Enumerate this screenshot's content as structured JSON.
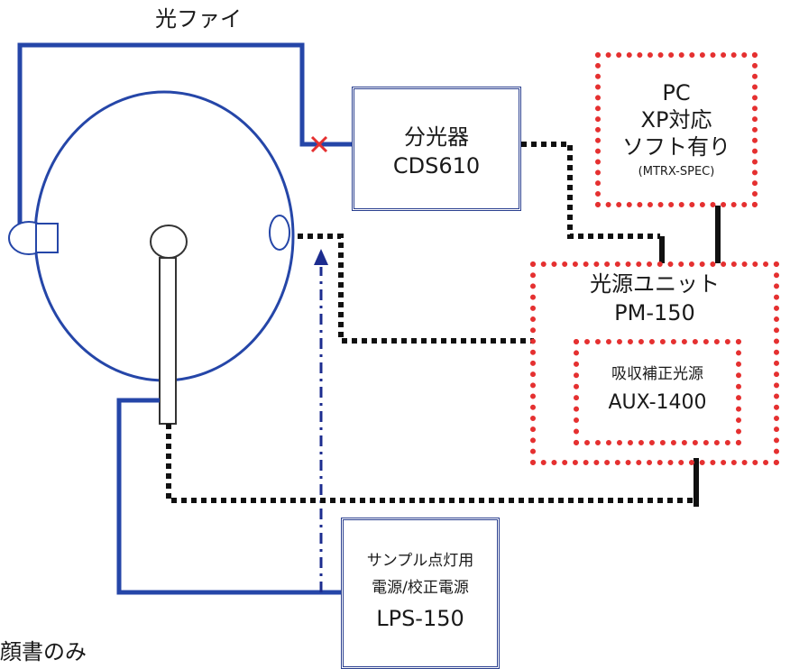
{
  "fiber_label": "光ファイ",
  "spectrometer": {
    "name": "分光器",
    "model": "CDS610"
  },
  "pc": {
    "title": "PC",
    "line1": "XP対応",
    "line2": "ソフト有り",
    "software": "(MTRX-SPEC)"
  },
  "light_source_unit": {
    "name": "光源ユニット",
    "model": "PM-150"
  },
  "aux_source": {
    "name": "吸収補正光源",
    "model": "AUX-1400"
  },
  "power_supply": {
    "line1": "サンプル点灯用",
    "line2": "電源/校正電源",
    "model": "LPS-150"
  },
  "footer_text": "顔書のみ",
  "colors": {
    "blue_line": "#2546a8",
    "dotted_cable": "#111111",
    "red_border": "#e53030",
    "box_border": "#2a3f8f",
    "cross": "#e53030"
  }
}
